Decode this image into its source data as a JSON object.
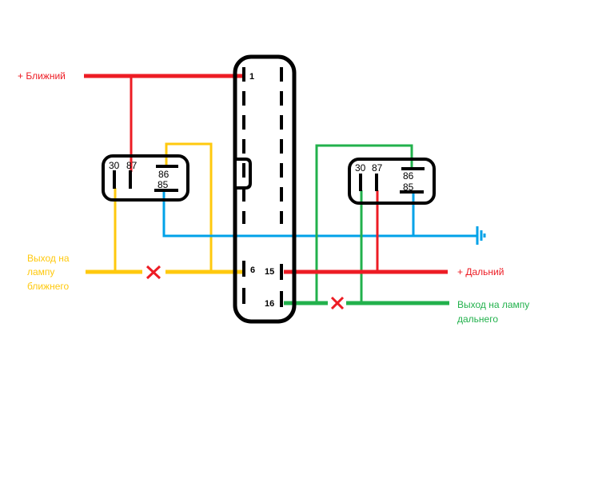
{
  "colors": {
    "red": "#ed1c24",
    "yellow": "#ffc90e",
    "blue": "#00a2e8",
    "green": "#22b14c",
    "black": "#000000"
  },
  "labels": {
    "low_beam_plus": "+ Ближний",
    "high_beam_plus": "+ Дальний",
    "low_beam_output": [
      "Выход на",
      "лампу",
      "ближнего"
    ],
    "high_beam_output": [
      "Выход на лампу",
      "дальнего"
    ]
  },
  "connector": {
    "pins": {
      "p1": "1",
      "p6": "6",
      "p15": "15",
      "p16": "16"
    }
  },
  "relay_low": {
    "pins": {
      "p30": "30",
      "p87": "87",
      "p86": "86",
      "p85": "85"
    }
  },
  "relay_high": {
    "pins": {
      "p30": "30",
      "p87": "87",
      "p86": "86",
      "p85": "85"
    }
  }
}
